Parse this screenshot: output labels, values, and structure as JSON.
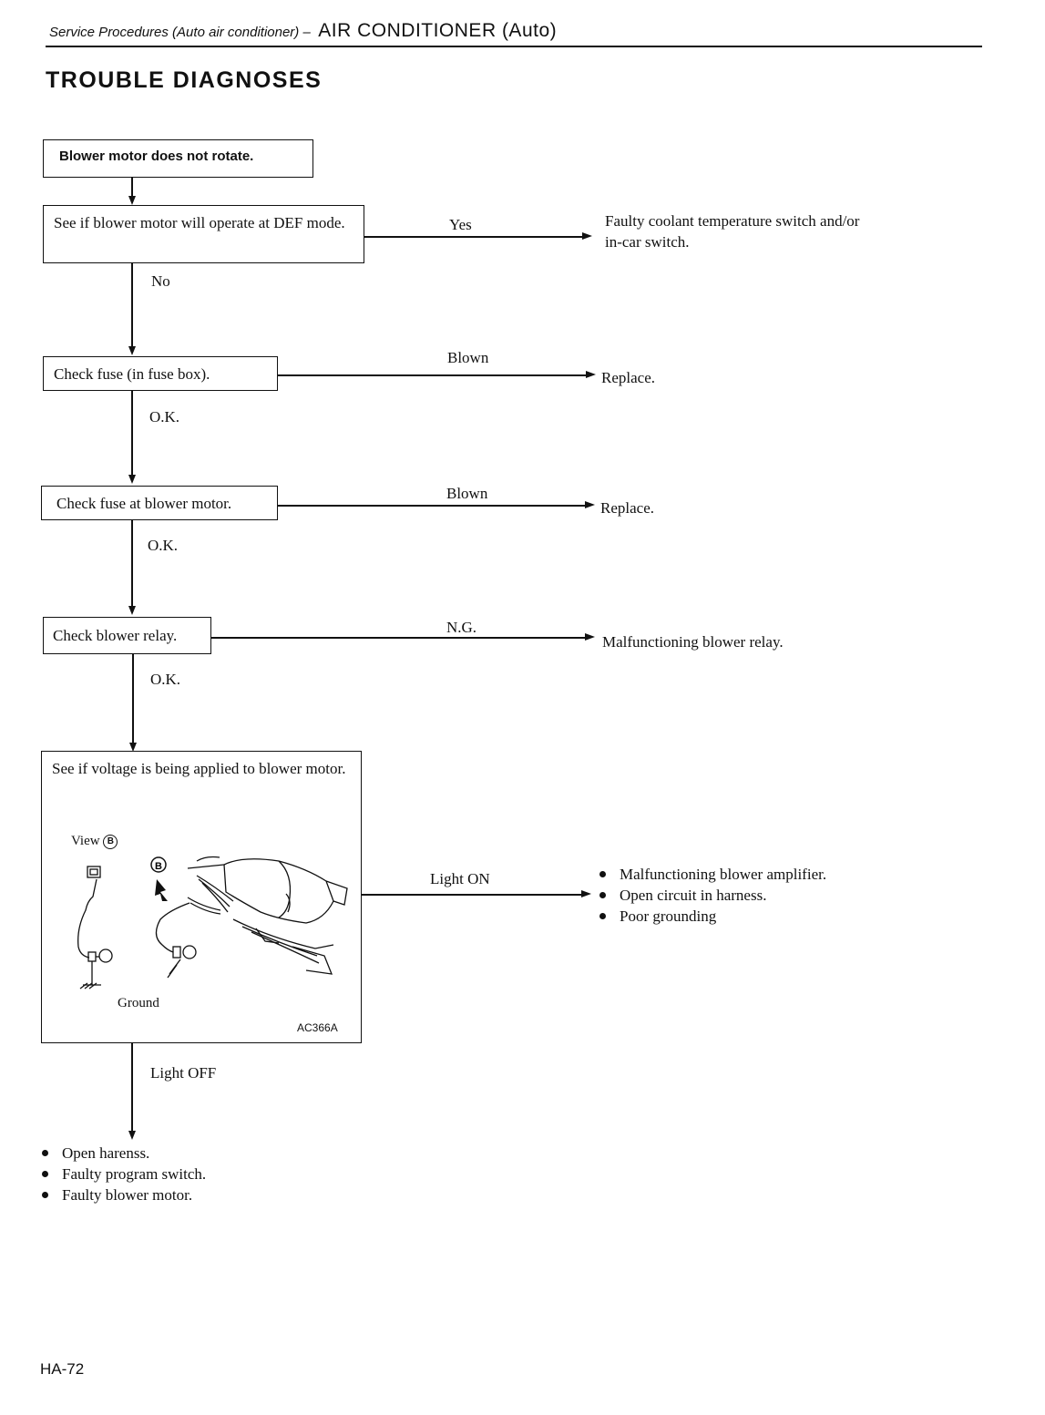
{
  "header": {
    "section": "Service Procedures (Auto air conditioner) –",
    "title": "AIR CONDITIONER (Auto)"
  },
  "page_title": "TROUBLE DIAGNOSES",
  "flow": {
    "start": "Blower motor does not rotate.",
    "step1": {
      "text": "See if blower motor will operate at DEF mode.",
      "yes_label": "Yes",
      "yes_result": "Faulty coolant temperature switch and/or in-car switch.",
      "no_label": "No"
    },
    "step2": {
      "text": "Check fuse (in fuse box).",
      "fail_label": "Blown",
      "fail_result": "Replace.",
      "ok_label": "O.K."
    },
    "step3": {
      "text": "Check fuse at blower motor.",
      "fail_label": "Blown",
      "fail_result": "Replace.",
      "ok_label": "O.K."
    },
    "step4": {
      "text": "Check blower relay.",
      "fail_label": "N.G.",
      "fail_result": "Malfunctioning blower relay.",
      "ok_label": "O.K."
    },
    "step5": {
      "text": "See if voltage is being applied to blower motor.",
      "illustration": {
        "view_label": "View",
        "view_marker": "B",
        "ground_label": "Ground",
        "figure_code": "AC366A"
      },
      "on_label": "Light ON",
      "on_results": [
        "Malfunctioning blower amplifier.",
        "Open circuit in harness.",
        "Poor grounding"
      ],
      "off_label": "Light OFF"
    },
    "final_results": [
      "Open harenss.",
      "Faulty program switch.",
      "Faulty blower motor."
    ]
  },
  "footer": {
    "page_number": "HA-72"
  }
}
